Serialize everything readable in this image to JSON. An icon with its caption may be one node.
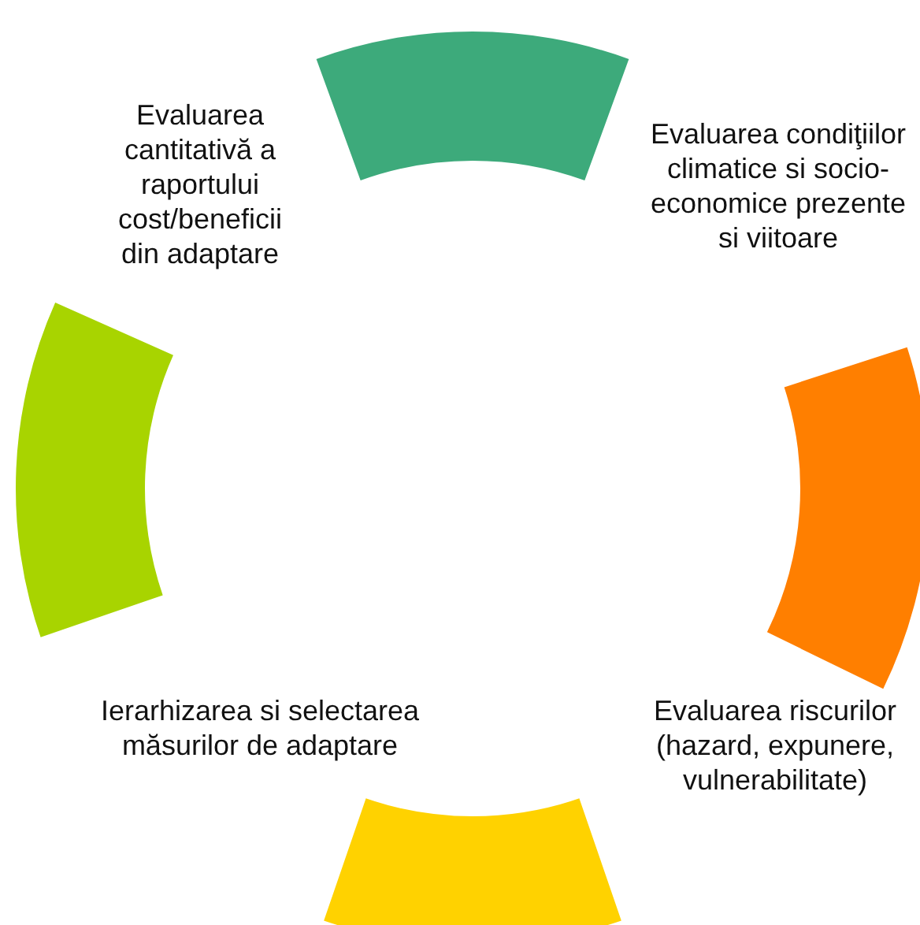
{
  "diagram": {
    "nodes": [
      {
        "text": [],
        "shape": "arc"
      },
      {
        "text": [],
        "shape": "arc"
      },
      {
        "text": [],
        "shape": "arc"
      },
      {
        "text": [],
        "shape": "arc"
      }
    ],
    "labels": [
      "Evaluarea cantitativă a raportului cost/beneficii din adaptare",
      "Evaluarea condiţiilor climatice si socio-economice prezente si viitoare",
      "Ierarhizarea si selectarea măsurilor de adaptare",
      "Evaluarea riscurilor (hazard, expunere, vulnerabilitate)"
    ]
  }
}
